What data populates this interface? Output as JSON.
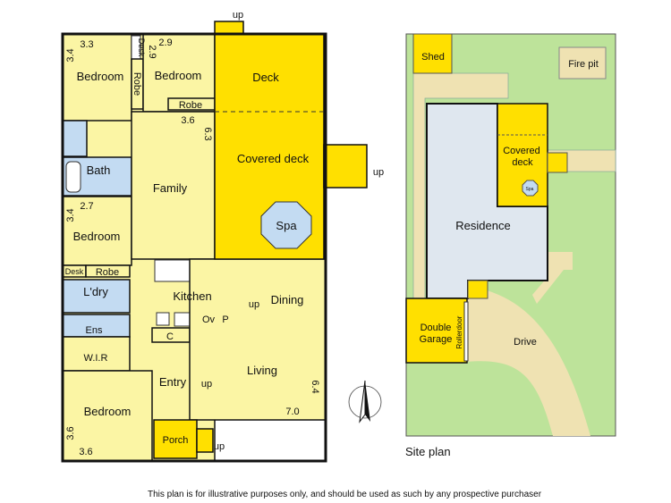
{
  "floor_plan": {
    "rooms": {
      "bedroom1": {
        "label": "Bedroom",
        "width": "3.3",
        "depth": "3.4"
      },
      "bedroom2": {
        "label": "Bedroom",
        "width": "2.9",
        "depth": "2.9"
      },
      "bedroom3": {
        "label": "Bedroom",
        "width": "2.7",
        "depth": "3.4"
      },
      "bedroom4": {
        "label": "Bedroom",
        "width": "3.6",
        "depth": "3.6"
      },
      "desk1": "Desk",
      "desk2": "Desk",
      "robe1": "Robe",
      "robe2": "Robe",
      "robe3": "Robe",
      "bath": "Bath",
      "laundry": "L'dry",
      "ensuite": "Ens",
      "wir": "W.I.R",
      "family": {
        "label": "Family",
        "width": "3.6",
        "depth": "6.3"
      },
      "kitchen": "Kitchen",
      "oven": "Ov",
      "pantry": "P",
      "cupboard": "C",
      "dining": "Dining",
      "living": {
        "label": "Living",
        "width": "7.0",
        "depth": "6.4"
      },
      "entry": "Entry",
      "porch": "Porch",
      "deck": "Deck",
      "covered_deck": "Covered deck",
      "spa": "Spa"
    },
    "stairs_label": "up"
  },
  "site_plan": {
    "title": "Site plan",
    "shed": "Shed",
    "fire_pit": "Fire pit",
    "covered_deck_1": "Covered",
    "covered_deck_2": "deck",
    "spa": "Spa",
    "residence": "Residence",
    "garage_1": "Double",
    "garage_2": "Garage",
    "rollerdoor": "Rollerdoor",
    "drive": "Drive"
  },
  "disclaimer": "This plan is for illustrative purposes only, and should be used as such by any prospective purchaser",
  "colors": {
    "room": "#fbf5a4",
    "deck": "#ffe000",
    "wet": "#c3dbf2",
    "lawn": "#bde39a",
    "path": "#efe2b2",
    "residence": "#dfe7ef"
  }
}
